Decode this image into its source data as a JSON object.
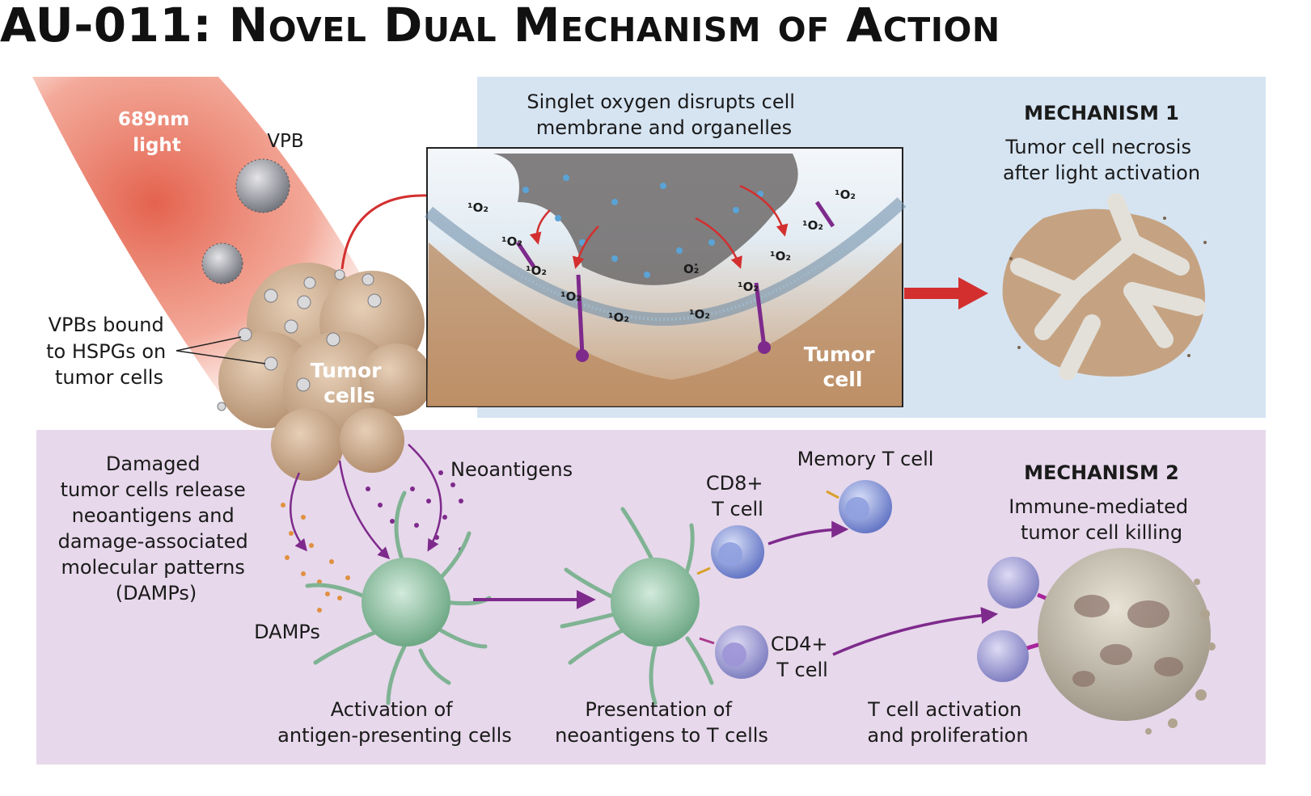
{
  "title": "AU-011: Novel Dual Mechanism of Action",
  "labels": {
    "light": [
      "689nm",
      "light"
    ],
    "vpb": "VPB",
    "vpbs_bound": [
      "VPBs bound",
      "to HSPGs on",
      "tumor cells"
    ],
    "tumor_cells": [
      "Tumor",
      "cells"
    ],
    "singlet_oxygen": [
      "Singlet oxygen disrupts cell",
      "membrane and organelles"
    ],
    "tumor_cell_inset": [
      "Tumor",
      "cell"
    ],
    "singlet_symbol": "¹O₂",
    "superoxide_symbol": "O₂̇",
    "damaged": [
      "Damaged",
      "tumor cells release",
      "neoantigens and",
      "damage-associated",
      "molecular patterns",
      "(DAMPs)"
    ],
    "neoantigens": "Neoantigens",
    "damps": "DAMPs",
    "activation_apc": [
      "Activation of",
      "antigen-presenting cells"
    ],
    "presentation": [
      "Presentation of",
      "neoantigens to T cells"
    ],
    "cd8": [
      "CD8+",
      "T cell"
    ],
    "memory": "Memory T cell",
    "cd4": [
      "CD4+",
      "T cell"
    ],
    "activation_t": [
      "T cell activation",
      "and proliferation"
    ]
  },
  "mechanism1": {
    "heading": "MECHANISM 1",
    "description": [
      "Tumor cell necrosis",
      "after light activation"
    ]
  },
  "mechanism2": {
    "heading": "MECHANISM 2",
    "description": [
      "Immune-mediated",
      "tumor cell killing"
    ]
  },
  "colors": {
    "mechanism1_bg": "#d6e4f2",
    "mechanism2_bg": "#e7d8eb",
    "light_beam": "#e8735f",
    "tumor_tan": "#c9a887",
    "apc_green": "#8dbf9f",
    "t_cell_blue": "#7f93d6",
    "arrow_red": "#d32f2f",
    "arrow_purple": "#7e2a8c"
  }
}
